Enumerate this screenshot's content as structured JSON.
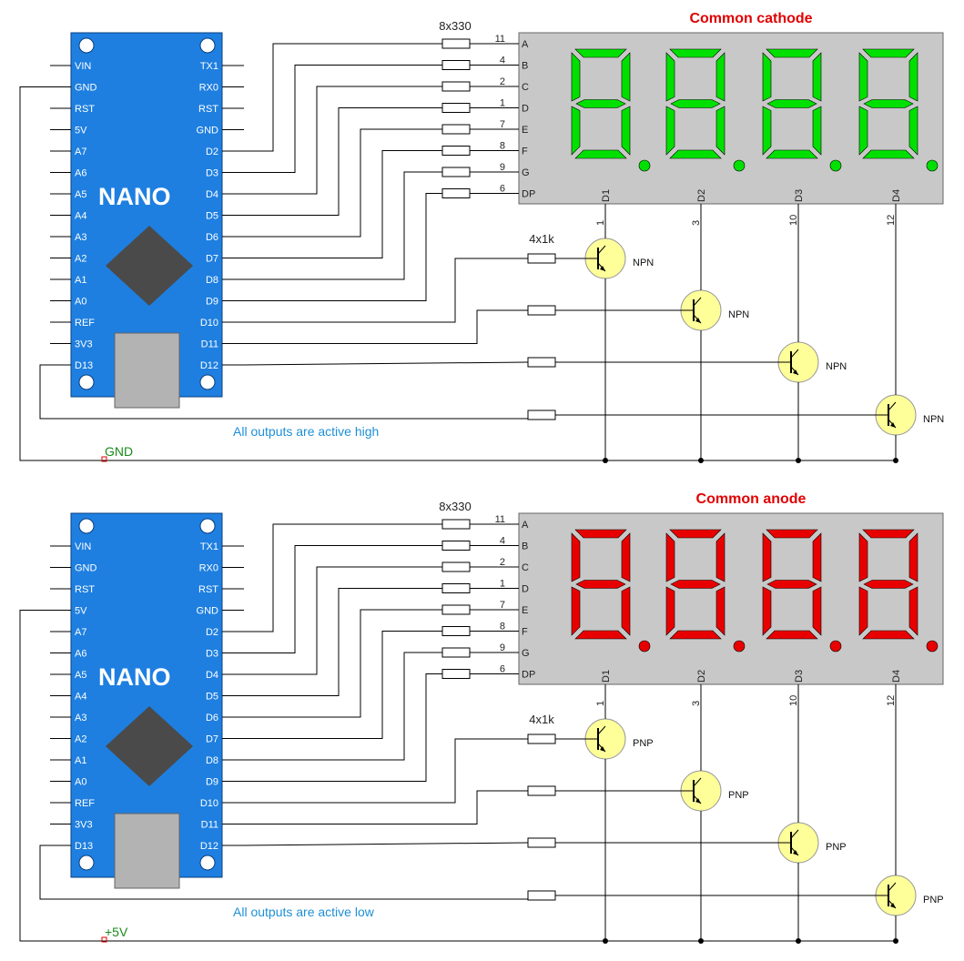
{
  "schematics": [
    {
      "id": "cathode",
      "title": "Common cathode",
      "segment_on_color": "#00e000",
      "segment_off_color": "#b9b9b9",
      "display_body_color": "#c8c8c8",
      "board_label": "NANO",
      "segment_resistor_label": "8x330",
      "base_resistor_label": "4x1k",
      "transistor_type": "NPN",
      "note": "All outputs are active high",
      "rail_label": "GND",
      "power_pin": "GND"
    },
    {
      "id": "anode",
      "title": "Common anode",
      "segment_on_color": "#e80000",
      "segment_off_color": "#b9b9b9",
      "display_body_color": "#c8c8c8",
      "board_label": "NANO",
      "segment_resistor_label": "8x330",
      "base_resistor_label": "4x1k",
      "transistor_type": "PNP",
      "note": "All outputs are active low",
      "rail_label": "+5V",
      "power_pin": "5V"
    }
  ],
  "board": {
    "left_pins": [
      "VIN",
      "GND",
      "RST",
      "5V",
      "A7",
      "A6",
      "A5",
      "A4",
      "A3",
      "A2",
      "A1",
      "A0",
      "REF",
      "3V3",
      "D13"
    ],
    "right_pins": [
      "TX1",
      "RX0",
      "RST",
      "GND",
      "D2",
      "D3",
      "D4",
      "D5",
      "D6",
      "D7",
      "D8",
      "D9",
      "D10",
      "D11",
      "D12"
    ],
    "board_color": "#1e7fe0"
  },
  "display": {
    "segment_pins": [
      {
        "name": "A",
        "number": "11"
      },
      {
        "name": "B",
        "number": "4"
      },
      {
        "name": "C",
        "number": "2"
      },
      {
        "name": "D",
        "number": "1"
      },
      {
        "name": "E",
        "number": "7"
      },
      {
        "name": "F",
        "number": "8"
      },
      {
        "name": "G",
        "number": "9"
      },
      {
        "name": "DP",
        "number": "6"
      }
    ],
    "digit_pins": [
      {
        "name": "D1",
        "number": "1"
      },
      {
        "name": "D2",
        "number": "3"
      },
      {
        "name": "D3",
        "number": "10"
      },
      {
        "name": "D4",
        "number": "12"
      }
    ]
  }
}
